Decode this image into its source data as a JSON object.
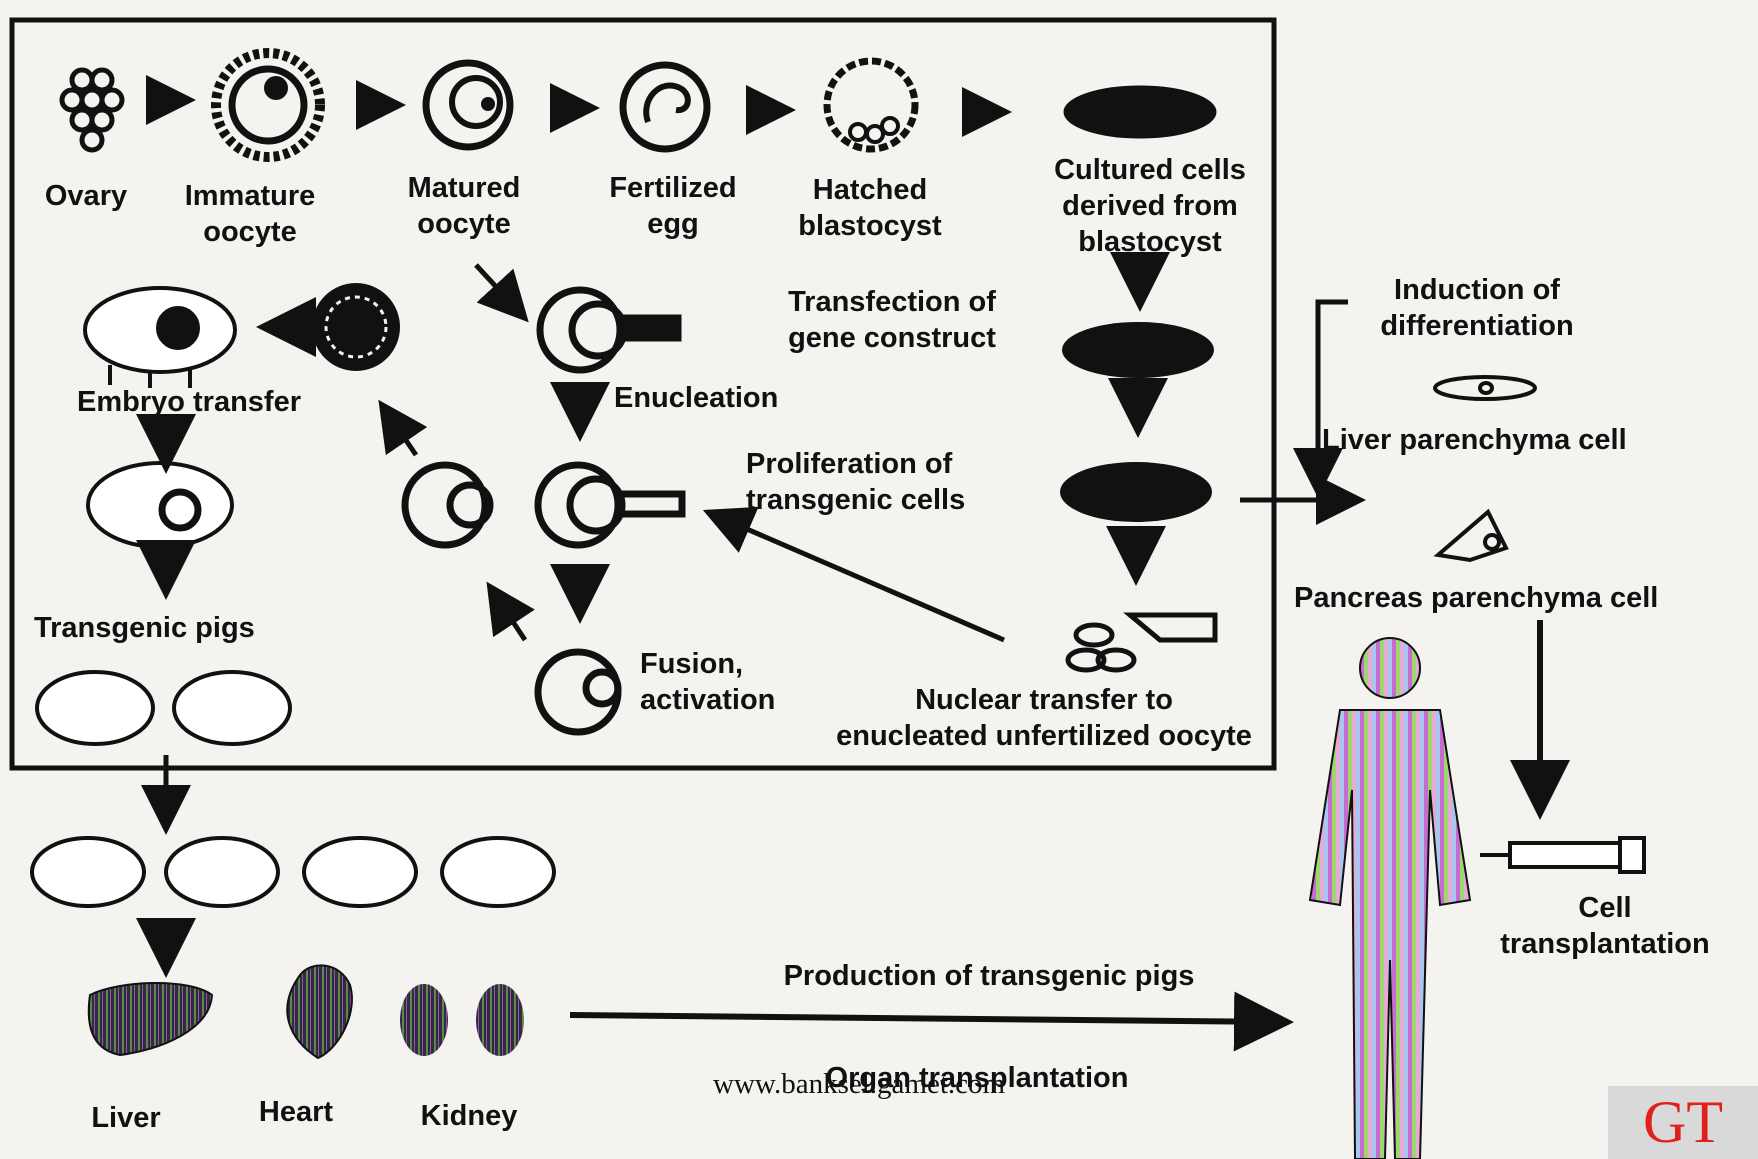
{
  "labels": {
    "ovary": "Ovary",
    "immature_oocyte": "Immature\noocyte",
    "matured_oocyte": "Matured\noocyte",
    "fertilized_egg": "Fertilized\negg",
    "hatched_blastocyst": "Hatched\nblastocyst",
    "cultured_cells": "Cultured cells\nderived from\nblastocyst",
    "transfection": "Transfection of\ngene construct",
    "induction": "Induction of\ndifferentiation",
    "embryo_transfer": "Embryo transfer",
    "enucleation": "Enucleation",
    "liver_cell": "Liver parenchyma cell",
    "proliferation": "Proliferation of\ntransgenic cells",
    "pancreas_cell": "Pancreas parenchyma cell",
    "transgenic_pigs": "Transgenic pigs",
    "fusion": "Fusion,\nactivation",
    "nuclear_transfer": "Nuclear transfer to\nenucleated unfertilized oocyte",
    "cell_transplantation": "Cell\ntransplantation",
    "production": "Production of transgenic pigs",
    "organ_transplantation": "Organ transplantation",
    "liver": "Liver",
    "heart": "Heart",
    "kidney": "Kidney"
  },
  "watermark": "www.banksel.gamet.com",
  "badge": "GT",
  "colors": {
    "ink": "#111111",
    "badge_bg": "#d9d9d9",
    "badge_text": "#e0201b"
  }
}
